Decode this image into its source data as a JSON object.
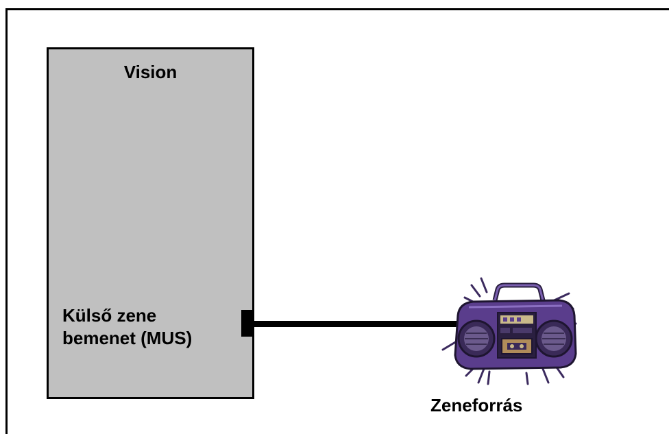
{
  "diagram": {
    "device": {
      "title": "Vision",
      "input_label": "Külső zene\nbemenet (MUS)"
    },
    "source": {
      "label": "Zeneforrás",
      "icon": "boombox-icon"
    },
    "colors": {
      "device_fill": "#c0c0c0",
      "outline": "#000000",
      "boombox_body": "#5a3d8c"
    }
  }
}
